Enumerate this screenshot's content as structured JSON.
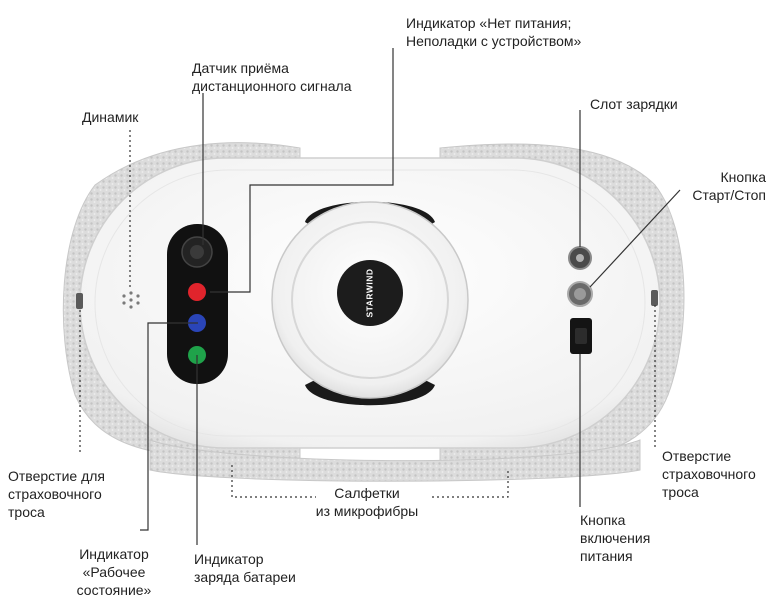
{
  "labels": {
    "no_power": "Индикатор «Нет питания;\nНеполадки с устройством»",
    "remote_sensor": "Датчик приёма\nдистанционного сигнала",
    "speaker": "Динамик",
    "charging_slot": "Слот зарядки",
    "start_stop": "Кнопка\nСтарт/Стоп",
    "rope_hole_left": "Отверстие для\nстраховочного\nтроса",
    "rope_hole_right": "Отверстие\nстраховочного\nтроса",
    "microfiber": "Салфетки\nиз микрофибры",
    "power_button": "Кнопка\nвключения\nпитания",
    "status_indicator": "Индикатор\n«Рабочее\nсостояние»",
    "battery_indicator": "Индикатор\nзаряда батареи"
  },
  "device": {
    "brand": "STARWIND"
  },
  "colors": {
    "indicator_red": "#e0242c",
    "indicator_blue": "#2a45b8",
    "indicator_green": "#1fa24a",
    "body": "#f4f4f4",
    "microfiber": "#d9d9d9"
  }
}
